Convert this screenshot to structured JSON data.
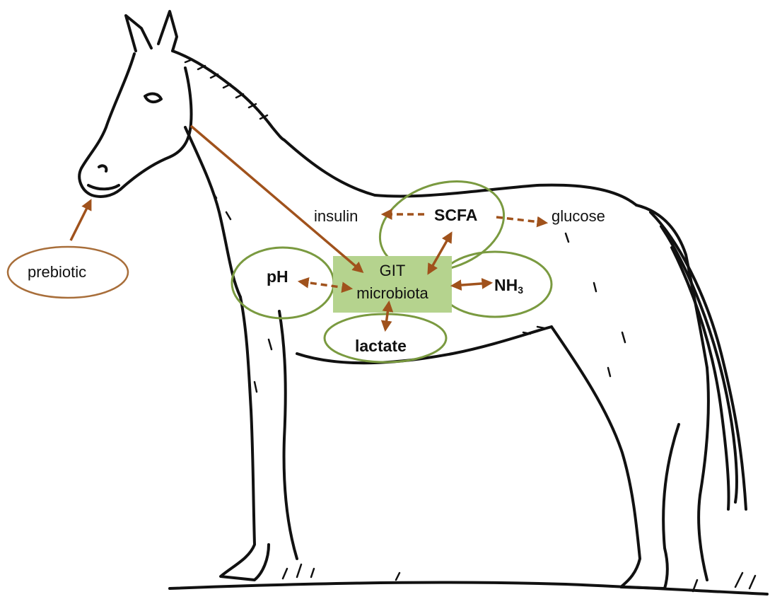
{
  "diagram": {
    "nodes": {
      "prebiotic": "prebiotic",
      "git_line1": "GIT",
      "git_line2": "microbiota",
      "scfa": "SCFA",
      "ph": "pH",
      "lactate": "lactate",
      "nh3_main": "NH",
      "nh3_sub": "3",
      "insulin": "insulin",
      "glucose": "glucose"
    },
    "edges": [
      {
        "from": "prebiotic",
        "to": "horse-mouth",
        "style": "solid",
        "direction": "forward"
      },
      {
        "from": "horse-throat",
        "to": "GIT microbiota",
        "style": "solid",
        "direction": "forward"
      },
      {
        "from": "GIT microbiota",
        "to": "SCFA",
        "style": "solid",
        "direction": "both"
      },
      {
        "from": "GIT microbiota",
        "to": "NH3",
        "style": "solid",
        "direction": "both"
      },
      {
        "from": "GIT microbiota",
        "to": "lactate",
        "style": "solid",
        "direction": "both"
      },
      {
        "from": "pH",
        "to": "GIT microbiota",
        "style": "dashed",
        "direction": "both"
      },
      {
        "from": "SCFA",
        "to": "insulin",
        "style": "dashed",
        "direction": "forward"
      },
      {
        "from": "SCFA",
        "to": "glucose",
        "style": "dashed",
        "direction": "forward"
      }
    ],
    "colors": {
      "arrow": "#a0521c",
      "ellipse_outline": "#7a9a40",
      "central_box": "#b5d38e",
      "prebiotic_outline": "#a86e3a",
      "horse_line": "#111111"
    }
  }
}
